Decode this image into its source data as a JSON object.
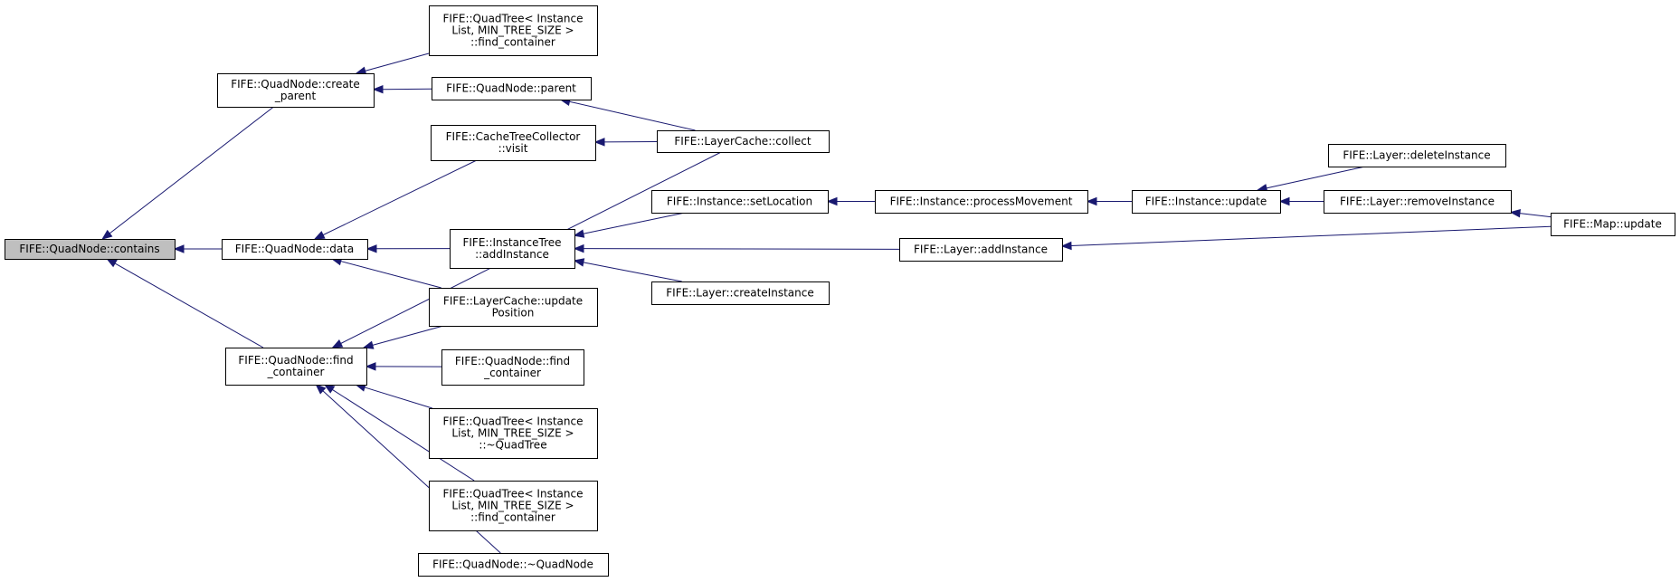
{
  "colors": {
    "edge": "#191970",
    "root_fill": "#bfbfbf",
    "node_fill": "#ffffff",
    "node_border": "#000000"
  },
  "nodes": [
    {
      "id": "contains",
      "lines": [
        "FIFE::QuadNode::contains"
      ],
      "root": true
    },
    {
      "id": "create_parent",
      "lines": [
        "FIFE::QuadNode::create",
        "_parent"
      ]
    },
    {
      "id": "qn_data",
      "lines": [
        "FIFE::QuadNode::data"
      ]
    },
    {
      "id": "qn_find_container",
      "lines": [
        "FIFE::QuadNode::find",
        "_container"
      ]
    },
    {
      "id": "qt_find_container_1",
      "lines": [
        "FIFE::QuadTree< Instance",
        "List, MIN_TREE_SIZE >",
        "::find_container"
      ]
    },
    {
      "id": "qn_parent",
      "lines": [
        "FIFE::QuadNode::parent"
      ]
    },
    {
      "id": "ctc_visit",
      "lines": [
        "FIFE::CacheTreeCollector",
        "::visit"
      ]
    },
    {
      "id": "lc_collect",
      "lines": [
        "FIFE::LayerCache::collect"
      ]
    },
    {
      "id": "it_addInstance",
      "lines": [
        "FIFE::InstanceTree",
        "::addInstance"
      ]
    },
    {
      "id": "lc_updatePosition",
      "lines": [
        "FIFE::LayerCache::update",
        "Position"
      ]
    },
    {
      "id": "qn_find_container_2",
      "lines": [
        "FIFE::QuadNode::find",
        "_container"
      ]
    },
    {
      "id": "qt_dtor",
      "lines": [
        "FIFE::QuadTree< Instance",
        "List, MIN_TREE_SIZE >",
        "::~QuadTree"
      ]
    },
    {
      "id": "qt_find_container_2",
      "lines": [
        "FIFE::QuadTree< Instance",
        "List, MIN_TREE_SIZE >",
        "::find_container"
      ]
    },
    {
      "id": "qn_dtor",
      "lines": [
        "FIFE::QuadNode::~QuadNode"
      ]
    },
    {
      "id": "inst_setLocation",
      "lines": [
        "FIFE::Instance::setLocation"
      ]
    },
    {
      "id": "layer_createInstance",
      "lines": [
        "FIFE::Layer::createInstance"
      ]
    },
    {
      "id": "inst_processMovement",
      "lines": [
        "FIFE::Instance::processMovement"
      ]
    },
    {
      "id": "layer_addInstance",
      "lines": [
        "FIFE::Layer::addInstance"
      ]
    },
    {
      "id": "inst_update",
      "lines": [
        "FIFE::Instance::update"
      ]
    },
    {
      "id": "layer_deleteInstance",
      "lines": [
        "FIFE::Layer::deleteInstance"
      ]
    },
    {
      "id": "layer_removeInstance",
      "lines": [
        "FIFE::Layer::removeInstance"
      ]
    },
    {
      "id": "map_update",
      "lines": [
        "FIFE::Map::update"
      ]
    }
  ],
  "edges": [
    {
      "from": "create_parent",
      "to": "contains"
    },
    {
      "from": "qn_data",
      "to": "contains"
    },
    {
      "from": "qn_find_container",
      "to": "contains"
    },
    {
      "from": "qt_find_container_1",
      "to": "create_parent"
    },
    {
      "from": "qn_parent",
      "to": "create_parent"
    },
    {
      "from": "lc_collect",
      "to": "qn_parent"
    },
    {
      "from": "ctc_visit",
      "to": "qn_data"
    },
    {
      "from": "it_addInstance",
      "to": "qn_data"
    },
    {
      "from": "lc_updatePosition",
      "to": "qn_data"
    },
    {
      "from": "lc_collect",
      "to": "ctc_visit"
    },
    {
      "from": "lc_collect",
      "to": "qn_find_container"
    },
    {
      "from": "lc_updatePosition",
      "to": "qn_find_container"
    },
    {
      "from": "qn_find_container_2",
      "to": "qn_find_container"
    },
    {
      "from": "qt_dtor",
      "to": "qn_find_container"
    },
    {
      "from": "qt_find_container_2",
      "to": "qn_find_container"
    },
    {
      "from": "qn_dtor",
      "to": "qn_find_container"
    },
    {
      "from": "inst_setLocation",
      "to": "it_addInstance"
    },
    {
      "from": "layer_addInstance",
      "to": "it_addInstance"
    },
    {
      "from": "layer_createInstance",
      "to": "it_addInstance"
    },
    {
      "from": "inst_processMovement",
      "to": "inst_setLocation"
    },
    {
      "from": "inst_update",
      "to": "inst_processMovement"
    },
    {
      "from": "layer_deleteInstance",
      "to": "inst_update"
    },
    {
      "from": "layer_removeInstance",
      "to": "inst_update"
    },
    {
      "from": "map_update",
      "to": "layer_removeInstance"
    },
    {
      "from": "map_update",
      "to": "layer_addInstance"
    }
  ]
}
